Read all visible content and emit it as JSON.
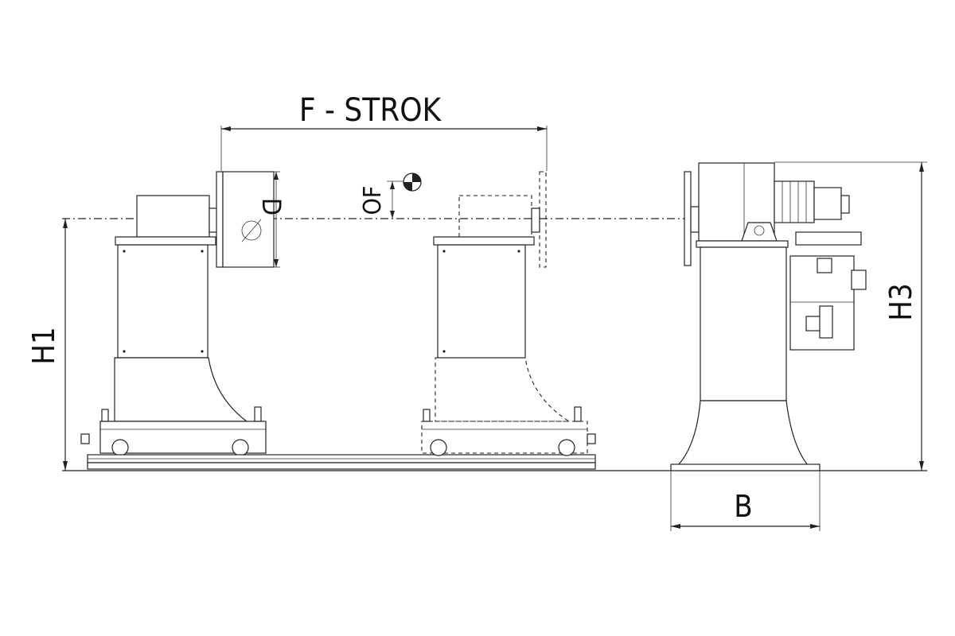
{
  "labels": {
    "stroke": "F - STROK",
    "diameter": "D",
    "offset": "OF",
    "height_left": "H1",
    "height_right": "H3",
    "base_width": "B"
  },
  "colors": {
    "line": "#222222",
    "background": "#ffffff"
  }
}
